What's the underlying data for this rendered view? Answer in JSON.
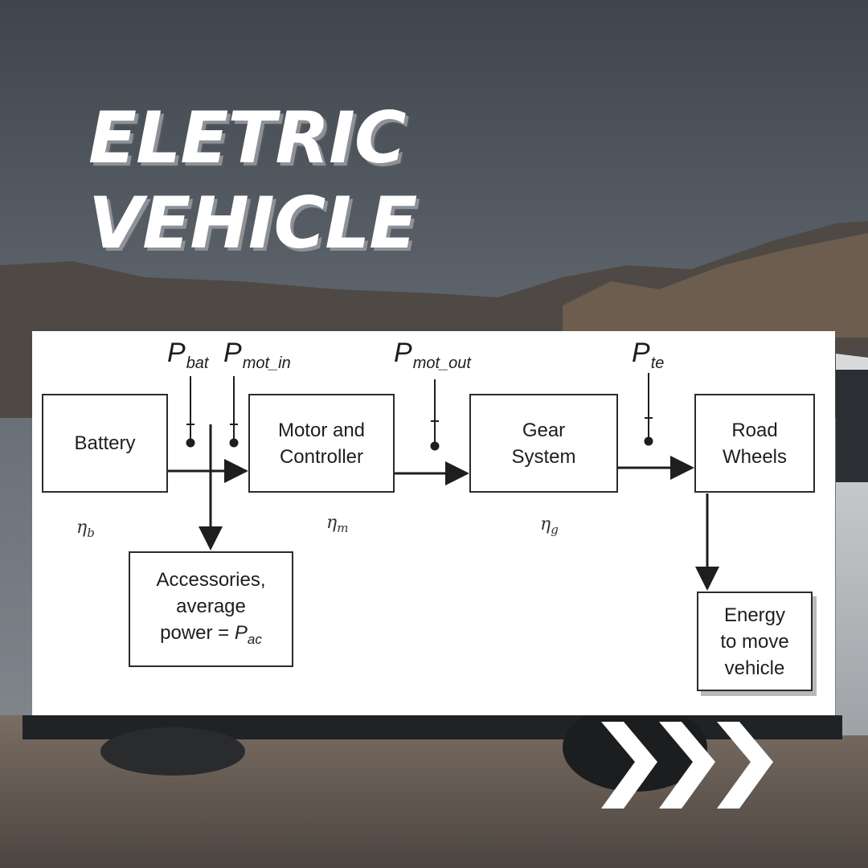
{
  "title": {
    "line1": "ELETRIC",
    "line2": "VEHICLE"
  },
  "diagram": {
    "blocks": {
      "battery": "Battery",
      "motor": "Motor and\nController",
      "gear": "Gear\nSystem",
      "wheels": "Road\nWheels",
      "accessories_text": "Accessories,\naverage\npower = ",
      "accessories_symbol": "P",
      "accessories_sub": "ac",
      "energy": "Energy\nto move\nvehicle"
    },
    "power_labels": [
      {
        "symbol": "P",
        "sub": "bat"
      },
      {
        "symbol": "P",
        "sub": "mot_in"
      },
      {
        "symbol": "P",
        "sub": "mot_out"
      },
      {
        "symbol": "P",
        "sub": "te"
      }
    ],
    "efficiencies": [
      {
        "symbol": "η",
        "sub": "b"
      },
      {
        "symbol": "η",
        "sub": "m"
      },
      {
        "symbol": "η",
        "sub": "g"
      }
    ]
  },
  "icons": {
    "arrows": "triple-chevron-right"
  },
  "colors": {
    "sky": "#5f666e",
    "ground": "#6e6259",
    "panel": "#ffffff",
    "ink": "#1e1e1e",
    "title": "#ffffff"
  }
}
